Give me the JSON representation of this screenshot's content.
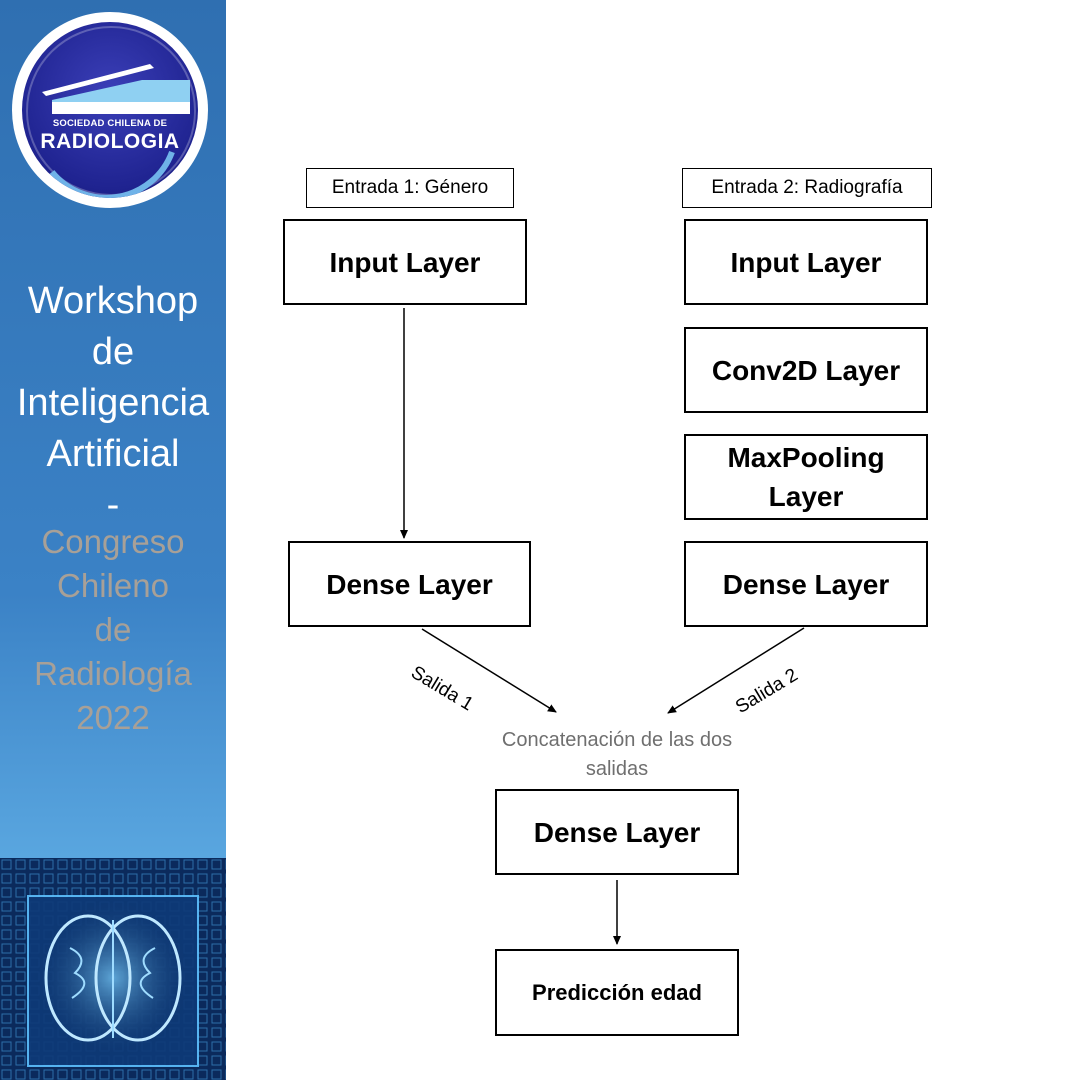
{
  "sidebar": {
    "logo": {
      "top_text": "SOCIEDAD CHILENA DE",
      "main_text": "RADIOLOGIA"
    },
    "title_lines": [
      "Workshop",
      "de",
      "Inteligencia",
      "Artificial",
      "-"
    ],
    "subtitle_lines": [
      "Congreso",
      "Chileno",
      "de",
      "Radiología",
      "2022"
    ]
  },
  "diagram": {
    "input1_label": "Entrada 1: Género",
    "input2_label": "Entrada 2: Radiografía",
    "input_layer_1": "Input Layer",
    "input_layer_2": "Input Layer",
    "conv2d_layer": "Conv2D Layer",
    "maxpooling_layer": "MaxPooling Layer",
    "dense_layer_1": "Dense Layer",
    "dense_layer_2": "Dense Layer",
    "output1_label": "Salida 1",
    "output2_label": "Salida 2",
    "concat_label": "Concatenación de las dos salidas",
    "dense_layer_merged": "Dense Layer",
    "prediction": "Predicción edad"
  },
  "colors": {
    "sidebar_blue": "#3b82c6",
    "subtitle_gray": "#a8a097",
    "logo_navy": "#1f2390"
  }
}
